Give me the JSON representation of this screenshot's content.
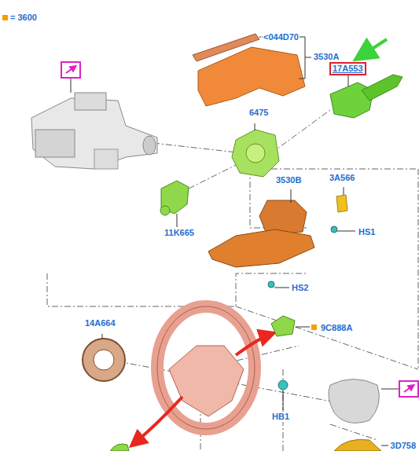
{
  "diagram": {
    "nodes": [
      {
        "text": [
          "17A553"
        ]
      }
    ],
    "labels": [
      "<044D70",
      "3530A",
      "6475",
      "3530B",
      "3A566",
      "HS1",
      "11K665",
      "HS2",
      "14A664",
      "9C888A",
      "HB1",
      "3D758"
    ],
    "legend": [
      {
        "text": "= 3600",
        "color": "#f5a000"
      }
    ]
  }
}
